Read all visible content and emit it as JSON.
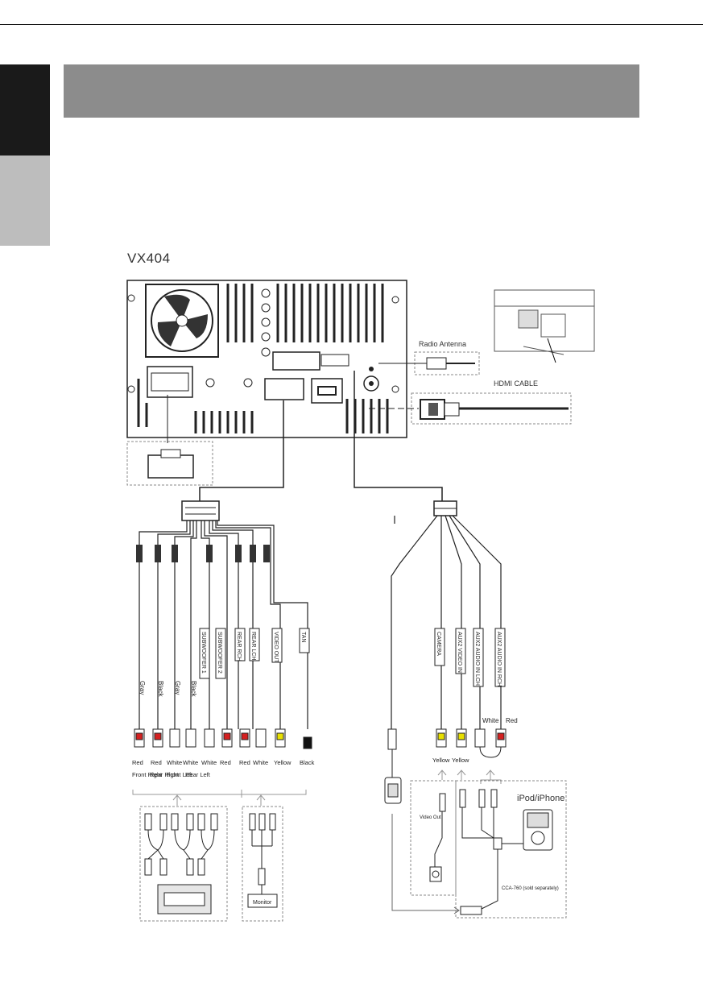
{
  "model": "VX404",
  "labels": {
    "radio_antenna": "Radio Antenna",
    "hdmi_cable": "HDMI CABLE",
    "ipod": "iPod/iPhone",
    "cca": "CCA-760 (sold separately)",
    "video_out": "Video Out",
    "monitor": "Monitor",
    "white": "White",
    "red": "Red"
  },
  "left_wires": [
    {
      "tag": "",
      "side_label": "Gray"
    },
    {
      "tag": "",
      "side_label": "Black"
    },
    {
      "tag": "",
      "side_label": "Gray"
    },
    {
      "tag": "",
      "side_label": "Black"
    },
    {
      "tag": "SUBWOOFER 1",
      "side_label": ""
    },
    {
      "tag": "SUBWOOFER 2",
      "side_label": ""
    },
    {
      "tag": "REAR RCH",
      "side_label": ""
    },
    {
      "tag": "REAR LCH",
      "side_label": ""
    },
    {
      "tag": "VIDEO OUT",
      "side_label": ""
    },
    {
      "tag": "TAN",
      "side_label": ""
    }
  ],
  "left_plug_colors": [
    "Red",
    "Red",
    "White",
    "White",
    "White",
    "Red",
    "Red",
    "White",
    "Yellow",
    "Black"
  ],
  "left_positions": [
    "Front Right",
    "Rear Right",
    "Front Left",
    "Rear Left"
  ],
  "right_tags": [
    "CAMERA",
    "AUX2 VIDEO IN",
    "AUX2 AUDIO IN LCH",
    "AUX2 AUDIO IN RCH"
  ],
  "right_plug_colors": [
    "Yellow",
    "Yellow"
  ],
  "colors": {
    "red": "#d42020",
    "yellow": "#e8e000",
    "white": "#ffffff",
    "black": "#111111",
    "header": "#8c8c8c"
  }
}
